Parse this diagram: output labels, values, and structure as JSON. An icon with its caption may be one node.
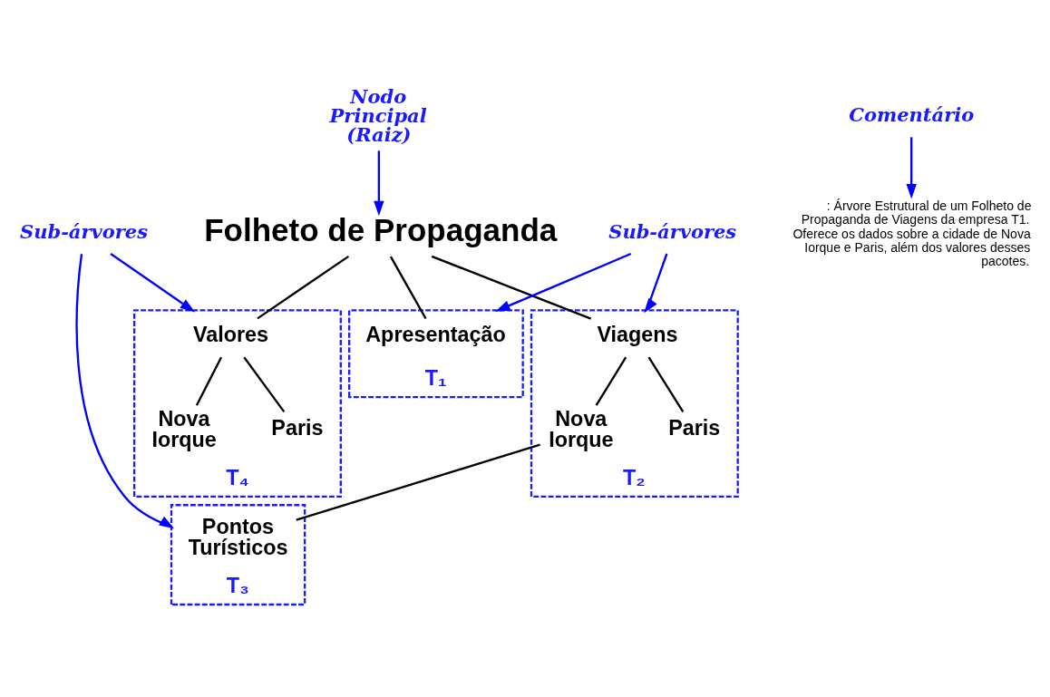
{
  "diagram": {
    "nodes": [
      {
        "text": [
          "Nodo Principal (Raiz)"
        ]
      },
      {
        "text": [
          "Comentário"
        ]
      },
      {
        "text": [
          "Folheto de Propaganda"
        ]
      },
      {
        "text": [
          ": Árvore Estrutural de um Folheto de Propaganda de Viagens da empresa T1. Oferece os dados sobre a cidade de Nova Iorque e Paris, além dos valores desses pacotes."
        ]
      },
      {
        "text": [
          "T₁"
        ]
      },
      {
        "text": [
          "Apresentação"
        ],
        "in": 4
      },
      {
        "text": [
          "T₂"
        ]
      },
      {
        "text": [
          "Viagens"
        ],
        "in": 6
      },
      {
        "text": [
          "Nova Iorque"
        ],
        "in": 6
      },
      {
        "text": [
          "Paris"
        ],
        "in": 6
      },
      {
        "text": [
          "T₃"
        ]
      },
      {
        "text": [
          "Pontos Turísticos"
        ],
        "in": 10
      },
      {
        "text": [
          "T₄"
        ]
      },
      {
        "text": [
          "Valores"
        ],
        "in": 12
      },
      {
        "text": [
          "Nova Iorque"
        ],
        "in": 12
      },
      {
        "text": [
          "Paris"
        ],
        "in": 12
      },
      {
        "text": [
          "Sub-árvores"
        ]
      },
      {
        "text": [
          "Sub-árvores"
        ]
      }
    ],
    "edges": [
      {
        "from": 0,
        "to": 2,
        "arrow": "to",
        "color": "#0000ff"
      },
      {
        "from": 1,
        "to": 3,
        "arrow": "to",
        "color": "#0000ff"
      },
      {
        "from": 2,
        "to": 5,
        "arrow": "none"
      },
      {
        "from": 2,
        "to": 7,
        "arrow": "none"
      },
      {
        "from": 2,
        "to": 13,
        "arrow": "none"
      },
      {
        "from": 7,
        "to": 8,
        "arrow": "none"
      },
      {
        "from": 7,
        "to": 9,
        "arrow": "none"
      },
      {
        "from": 13,
        "to": 14,
        "arrow": "none"
      },
      {
        "from": 13,
        "to": 15,
        "arrow": "none"
      },
      {
        "from": 8,
        "to": 11,
        "arrow": "none"
      },
      {
        "from": 16,
        "to": 4,
        "arrow": "to",
        "color": "#0000ff"
      },
      {
        "from": 16,
        "to": 6,
        "arrow": "to",
        "color": "#0000ff"
      },
      {
        "from": 17,
        "to": 10,
        "arrow": "to",
        "color": "#0000ff"
      },
      {
        "from": 17,
        "to": 12,
        "arrow": "to",
        "color": "#0000ff"
      }
    ]
  }
}
